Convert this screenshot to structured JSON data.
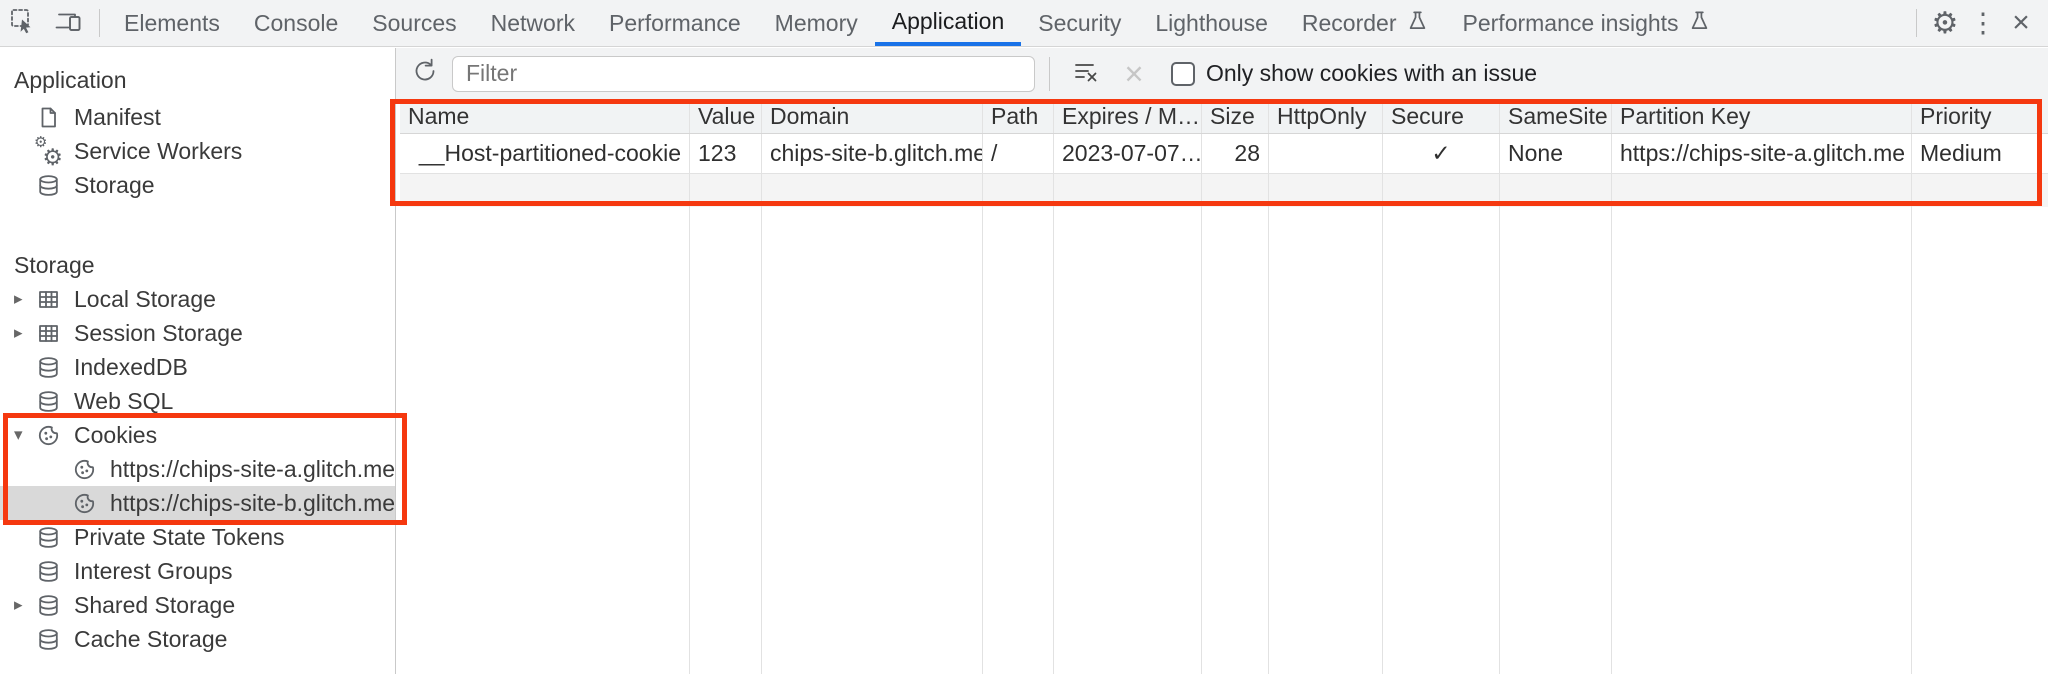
{
  "tabbar": {
    "tabs": [
      {
        "label": "Elements"
      },
      {
        "label": "Console"
      },
      {
        "label": "Sources"
      },
      {
        "label": "Network"
      },
      {
        "label": "Performance"
      },
      {
        "label": "Memory"
      },
      {
        "label": "Application",
        "active": true
      },
      {
        "label": "Security"
      },
      {
        "label": "Lighthouse"
      },
      {
        "label": "Recorder",
        "experimental": true
      },
      {
        "label": "Performance insights",
        "experimental": true
      }
    ],
    "active_tab": "Application"
  },
  "glyphs": {
    "collapsed": "▸",
    "expanded": "▾",
    "gear": "⚙",
    "more_vertical": "⋮",
    "close": "×",
    "clear_x": "×"
  },
  "toolbar": {
    "filter_placeholder": "Filter",
    "filter_value": "",
    "only_issue_label": "Only show cookies with an issue",
    "checkbox_checked": false
  },
  "sidebar": {
    "app_section": {
      "title": "Application",
      "items": [
        {
          "label": "Manifest",
          "icon": "document-icon"
        },
        {
          "label": "Service Workers",
          "icon": "gears-icon"
        },
        {
          "label": "Storage",
          "icon": "database-icon"
        }
      ]
    },
    "storage_section": {
      "title": "Storage",
      "items": [
        {
          "label": "Local Storage",
          "icon": "table-icon",
          "expander": "collapsed"
        },
        {
          "label": "Session Storage",
          "icon": "table-icon",
          "expander": "collapsed"
        },
        {
          "label": "IndexedDB",
          "icon": "database-icon"
        },
        {
          "label": "Web SQL",
          "icon": "database-icon"
        },
        {
          "label": "Cookies",
          "icon": "cookie-icon",
          "expander": "expanded"
        },
        {
          "label": "https://chips-site-a.glitch.me",
          "icon": "cookie-icon",
          "child": true
        },
        {
          "label": "https://chips-site-b.glitch.me",
          "icon": "cookie-icon",
          "child": true,
          "selected": true
        },
        {
          "label": "Private State Tokens",
          "icon": "database-icon"
        },
        {
          "label": "Interest Groups",
          "icon": "database-icon"
        },
        {
          "label": "Shared Storage",
          "icon": "database-icon",
          "expander": "collapsed"
        },
        {
          "label": "Cache Storage",
          "icon": "database-icon"
        }
      ]
    }
  },
  "cookies_table": {
    "columns": [
      "Name",
      "Value",
      "Domain",
      "Path",
      "Expires / M…",
      "Size",
      "HttpOnly",
      "Secure",
      "SameSite",
      "Partition Key",
      "Priority"
    ],
    "rows": [
      {
        "name": "__Host-partitioned-cookie",
        "value": "123",
        "domain": "chips-site-b.glitch.me",
        "path": "/",
        "expires": "2023-07-07…",
        "size": "28",
        "http_only": "",
        "secure": "✓",
        "same_site": "None",
        "partition_key": "https://chips-site-a.glitch.me",
        "priority": "Medium"
      }
    ]
  },
  "colors": {
    "accent_blue": "#1a73e8",
    "annotation_red": "#f5380f",
    "selected_row_gray": "#d9d9d9"
  }
}
